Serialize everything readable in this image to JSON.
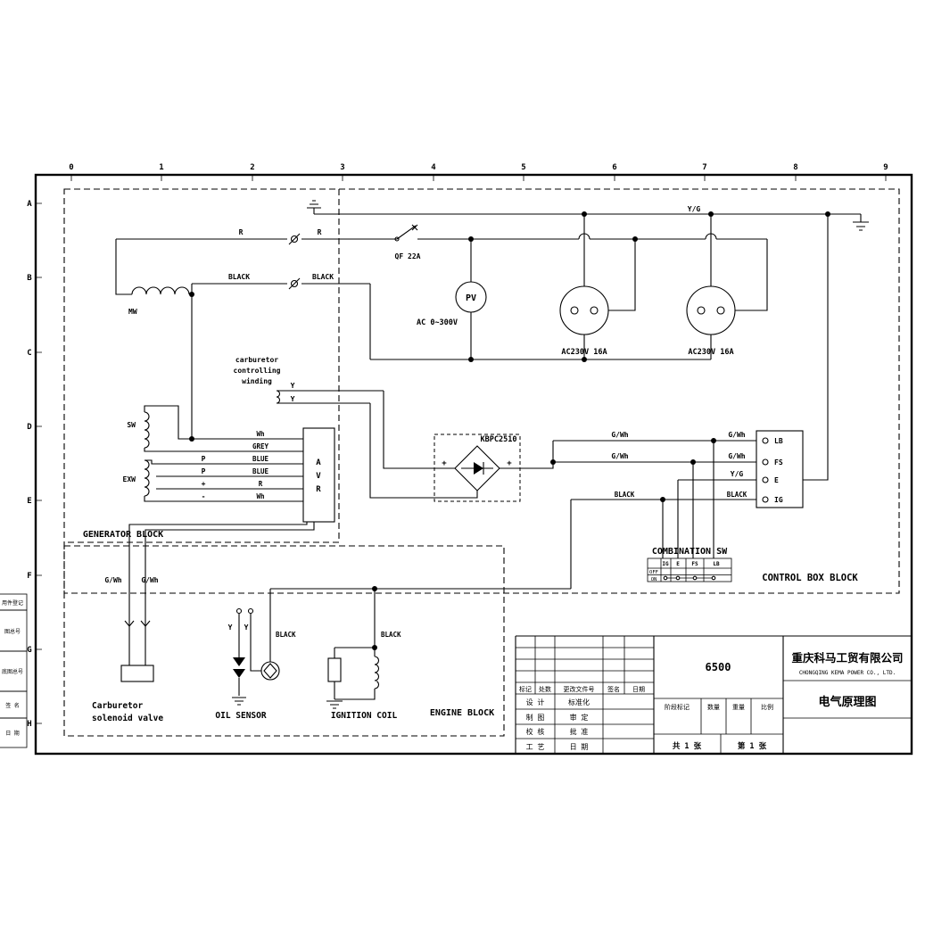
{
  "frame": {
    "cols": [
      "0",
      "1",
      "2",
      "3",
      "4",
      "5",
      "6",
      "7",
      "8",
      "9"
    ],
    "rows": [
      "A",
      "B",
      "C",
      "D",
      "E",
      "F",
      "G",
      "H"
    ]
  },
  "margin": {
    "labels": [
      "用件登记",
      "图总号",
      "底图总号",
      "签 名",
      "日 期"
    ]
  },
  "blocks": {
    "generator": "GENERATOR BLOCK",
    "control_box": "CONTROL BOX BLOCK",
    "engine": "ENGINE BLOCK"
  },
  "wires": {
    "r_left": "R",
    "r_right": "R",
    "black_left": "BLACK",
    "black_right": "BLACK",
    "yg_top": "Y/G",
    "y_top": "Y",
    "y_bottom": "Y",
    "avr_inputs": [
      "Wh",
      "GREY",
      "BLUE",
      "BLUE",
      "R",
      "Wh"
    ],
    "avr_marks": [
      "P",
      "P",
      "+",
      "-"
    ],
    "gwh_lb_left": "G/Wh",
    "gwh_lb_right": "G/Wh",
    "gwh_fs_left": "G/Wh",
    "gwh_fs_right": "G/Wh",
    "yg_e": "Y/G",
    "black_ig_left": "BLACK",
    "black_ig_right": "BLACK",
    "gwh_eng_1": "G/Wh",
    "gwh_eng_2": "G/Wh",
    "y_oil_1": "Y",
    "y_oil_2": "Y",
    "black_oil": "BLACK",
    "black_ign": "BLACK"
  },
  "components": {
    "mw": "MW",
    "sw": "SW",
    "exw": "EXW",
    "avr": [
      "A",
      "V",
      "R"
    ],
    "carb_winding": [
      "carburetor",
      "controlling",
      "winding"
    ],
    "breaker": "QF 22A",
    "meter": "PV",
    "meter_range": "AC 0~300V",
    "outlet1": "AC230V 16A",
    "outlet2": "AC230V 16A",
    "rectifier": "KBPC2510",
    "plus_left": "+",
    "plus_right": "+",
    "terminals": [
      "LB",
      "FS",
      "E",
      "IG"
    ],
    "comb_sw": {
      "title": "COMBINATION SW",
      "cols": [
        "IG",
        "E",
        "FS",
        "LB"
      ],
      "rows": [
        "OFF",
        "ON"
      ]
    },
    "carb_valve": [
      "Carburetor",
      "solenoid valve"
    ],
    "oil_sensor": "OIL SENSOR",
    "ignition_coil": "IGNITION COIL"
  },
  "title_block": {
    "model": "6500",
    "company": "重庆科马工贸有限公司",
    "company_en": "CHONGQING KEMA POWER CO., LTD.",
    "drawing_title": "电气原理图",
    "header": [
      "标记",
      "处数",
      "更改文件号",
      "签名",
      "日期"
    ],
    "left_rows": [
      "设 计",
      "制 图",
      "校 核",
      "工 艺"
    ],
    "right_rows": [
      "标准化",
      "审 定",
      "批 准",
      "日 期"
    ],
    "stage": "阶段标记",
    "qty": "数量",
    "weight": "重量",
    "scale": "比例",
    "sheets_total": "共 1 张",
    "sheet_no": "第 1 张"
  }
}
